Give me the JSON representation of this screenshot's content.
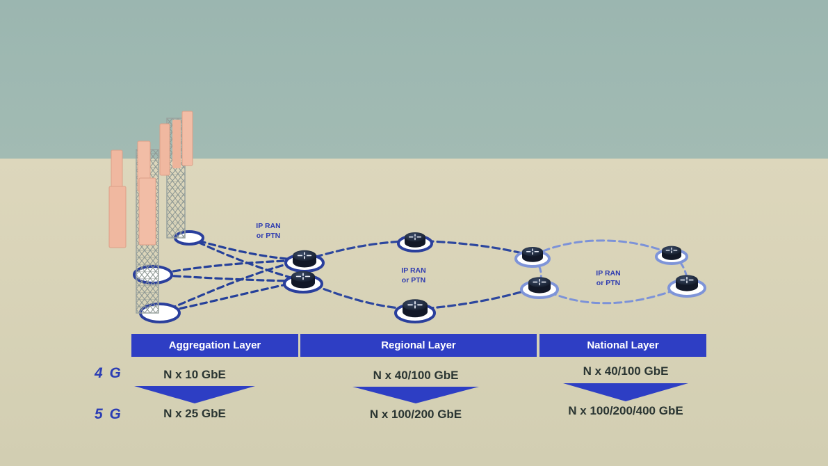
{
  "colors": {
    "sky": "#9db8b2",
    "floor": "#d8d4b8",
    "header_bar": "#2e3ec4",
    "generation_label": "#2b3db4",
    "speed_text": "#2a3532",
    "link_dark": "#25409a",
    "link_light": "#7a8fd6",
    "antenna_panel": "#f0b8a0",
    "tower_steel": "#a8b0ac"
  },
  "layers": {
    "aggregation": "Aggregation Layer",
    "regional": "Regional Layer",
    "national": "National Layer"
  },
  "generations": {
    "g4": "4 G",
    "g5": "5 G"
  },
  "speeds": {
    "aggregation_4g": "N x 10 GbE",
    "aggregation_5g": "N x 25 GbE",
    "regional_4g": "N x 40/100 GbE",
    "regional_5g": "N x 100/200 GbE",
    "national_4g": "N x 40/100 GbE",
    "national_5g": "N x 100/200/400 GbE"
  },
  "ring_labels": {
    "aggregation": [
      "IP RAN",
      "or PTN"
    ],
    "regional": [
      "IP RAN",
      "or PTN"
    ],
    "national": [
      "IP RAN",
      "or PTN"
    ]
  },
  "icons": {
    "router": "router-icon",
    "tower": "cell-tower-icon",
    "arrow": "down-arrow-icon"
  }
}
